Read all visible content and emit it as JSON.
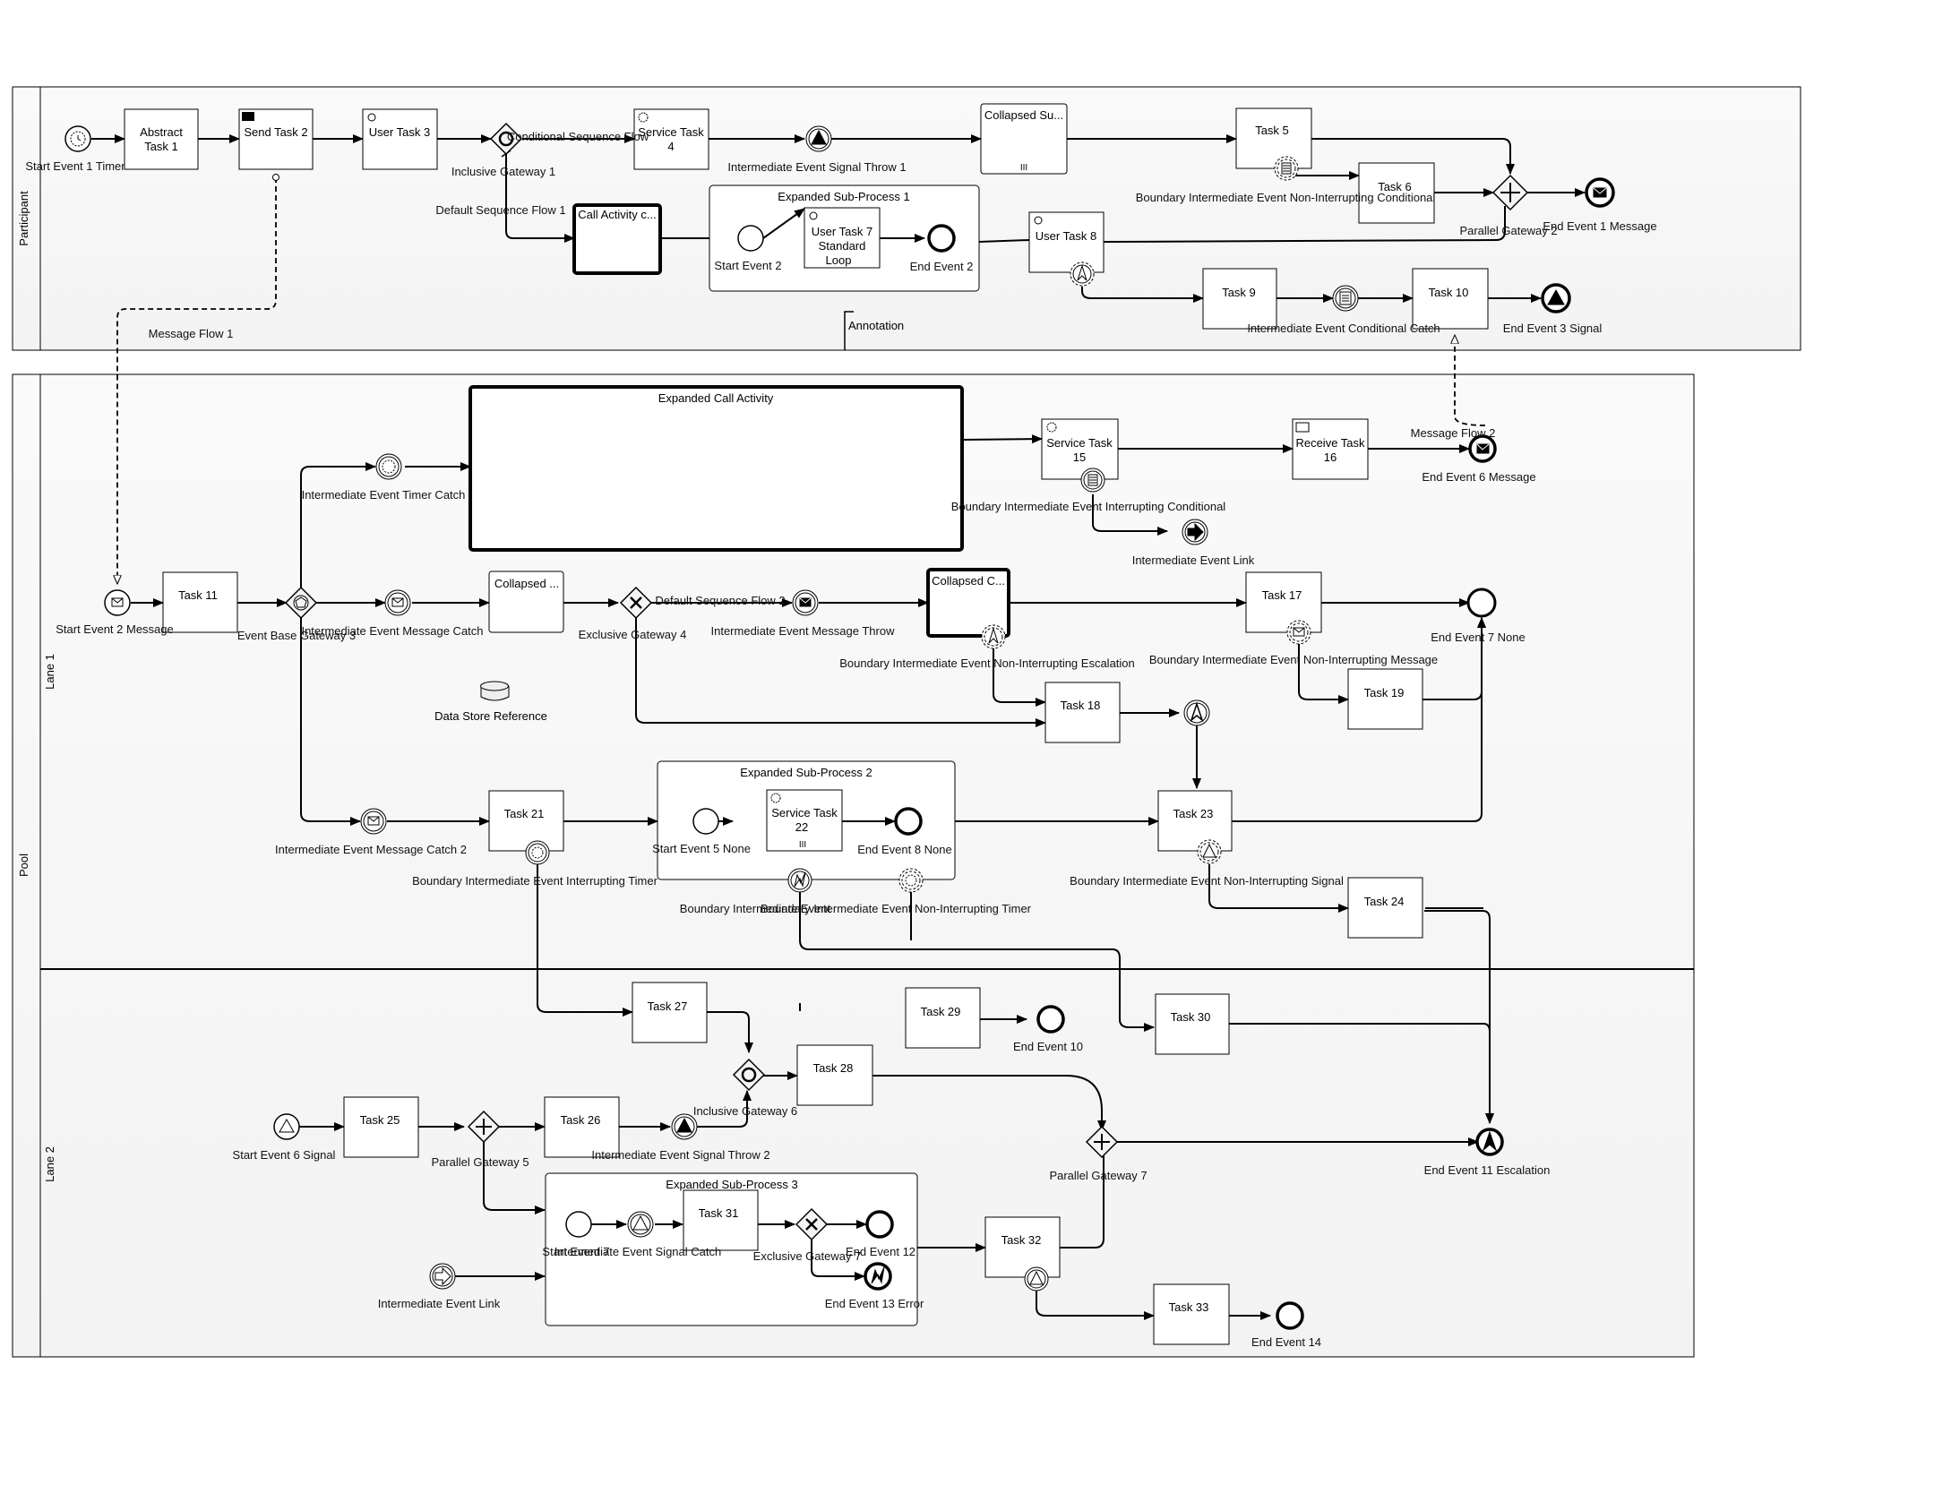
{
  "participant": {
    "name": "Participant"
  },
  "pool": {
    "name": "Pool",
    "lanes": [
      "Lane 1",
      "Lane 2"
    ]
  },
  "tasks": {
    "abstract_task_1": {
      "lines": [
        "Abstract",
        "Task 1"
      ]
    },
    "send_task_2": {
      "lines": [
        "Send Task 2"
      ]
    },
    "user_task_3": {
      "lines": [
        "User Task 3"
      ]
    },
    "service_task_4": {
      "lines": [
        "Service Task",
        "4"
      ]
    },
    "collapsed_sub_1": {
      "lines": [
        "Collapsed Su..."
      ]
    },
    "task_5": {
      "lines": [
        "Task 5"
      ]
    },
    "task_6": {
      "lines": [
        "Task 6"
      ]
    },
    "call_activity_c": {
      "lines": [
        "Call Activity c..."
      ]
    },
    "user_task_7": {
      "lines": [
        "User Task 7",
        "Standard",
        "Loop"
      ]
    },
    "user_task_8": {
      "lines": [
        "User Task 8"
      ]
    },
    "task_9": {
      "lines": [
        "Task 9"
      ]
    },
    "task_10": {
      "lines": [
        "Task 10"
      ]
    },
    "service_task_15": {
      "lines": [
        "Service Task",
        "15"
      ]
    },
    "receive_task_16": {
      "lines": [
        "Receive Task",
        "16"
      ]
    },
    "task_11": {
      "lines": [
        "Task 11"
      ]
    },
    "collapsed_2": {
      "lines": [
        "Collapsed ..."
      ]
    },
    "collapsed_c": {
      "lines": [
        "Collapsed C..."
      ]
    },
    "task_17": {
      "lines": [
        "Task 17"
      ]
    },
    "task_18": {
      "lines": [
        "Task 18"
      ]
    },
    "task_19": {
      "lines": [
        "Task 19"
      ]
    },
    "task_21": {
      "lines": [
        "Task 21"
      ]
    },
    "service_task_22": {
      "lines": [
        "Service Task",
        "22"
      ]
    },
    "task_23": {
      "lines": [
        "Task 23"
      ]
    },
    "task_24": {
      "lines": [
        "Task 24"
      ]
    },
    "task_27": {
      "lines": [
        "Task 27"
      ]
    },
    "task_29": {
      "lines": [
        "Task 29"
      ]
    },
    "task_30": {
      "lines": [
        "Task 30"
      ]
    },
    "task_28": {
      "lines": [
        "Task 28"
      ]
    },
    "task_25": {
      "lines": [
        "Task 25"
      ]
    },
    "task_26": {
      "lines": [
        "Task 26"
      ]
    },
    "task_31": {
      "lines": [
        "Task 31"
      ]
    },
    "task_32": {
      "lines": [
        "Task 32"
      ]
    },
    "task_33": {
      "lines": [
        "Task 33"
      ]
    }
  },
  "subprocesses": {
    "expanded_sub_1": "Expanded Sub-Process 1",
    "expanded_call_activity": "Expanded Call Activity",
    "expanded_sub_2": "Expanded Sub-Process 2",
    "expanded_sub_3": "Expanded Sub-Process 3"
  },
  "labels": {
    "start_event_1_timer": "Start Event 1 Timer",
    "inclusive_gateway_1": "Inclusive Gateway 1",
    "conditional_sequence_flow": "Conditional Sequence Flow",
    "default_sequence_flow_1": "Default Sequence Flow 1",
    "intermediate_event_signal_throw_1": "Intermediate Event Signal Throw 1",
    "boundary_nonint_conditional": "Boundary Intermediate Event Non-Interrupting Conditional",
    "parallel_gateway_2": "Parallel Gateway 2",
    "end_event_1_message": "End Event 1  Message",
    "start_event_2": "Start Event 2",
    "end_event_2": "End Event 2",
    "intermediate_event_conditional_catch": "Intermediate Event Conditional Catch",
    "end_event_3_signal": "End Event 3 Signal",
    "annotation": "Annotation",
    "message_flow_1": "Message Flow 1",
    "message_flow_2": "Message Flow 2",
    "end_event_6_message": "End Event 6  Message",
    "intermediate_event_timer_catch": "Intermediate Event Timer Catch",
    "boundary_int_conditional": "Boundary Intermediate Event Interrupting Conditional",
    "intermediate_event_link_1": "Intermediate Event Link",
    "start_event_2_message": "Start Event 2 Message",
    "event_base_gateway_3": "Event Base Gateway 3",
    "intermediate_event_message_catch": "Intermediate Event Message Catch",
    "exclusive_gateway_4": "Exclusive Gateway 4",
    "default_sequence_flow_2": "Default Sequence Flow 2",
    "intermediate_event_message_throw": "Intermediate Event Message Throw",
    "boundary_nonint_escalation": "Boundary Intermediate Event Non-Interrupting Escalation",
    "boundary_nonint_message": "Boundary Intermediate Event Non-Interrupting Message",
    "end_event_7_none": "End Event 7 None",
    "data_store_reference": "Data Store Reference",
    "intermediate_event_message_catch_2": "Intermediate Event Message Catch 2",
    "boundary_int_timer": "Boundary Intermediate Event Interrupting Timer",
    "start_event_5_none": "Start Event 5 None",
    "end_event_8_none": "End Event 8 None",
    "boundary_int_error_overlap": "Boundary Intermediate Event",
    "boundary_nonint_timer": "Boundary Intermediate Event Non-Interrupting Timer",
    "boundary_nonint_signal": "Boundary Intermediate Event Non-Interrupting Signal",
    "end_event_10": "End Event 10",
    "inclusive_gateway_6": "Inclusive Gateway  6",
    "start_event_6_signal": "Start Event 6 Signal",
    "parallel_gateway_5": "Parallel Gateway 5",
    "intermediate_event_signal_throw_2": "Intermediate Event Signal Throw 2",
    "parallel_gateway_7": "Parallel Gateway 7",
    "end_event_11_escalation": "End Event 11 Escalation",
    "start_event_7": "Start Event 7",
    "intermediate_event_signal_catch": "Intermediate Event Signal Catch",
    "exclusive_gateway_7": "Exclusive Gateway 7",
    "end_event_12": "End Event 12",
    "end_event_13_error": "End Event 13 Error",
    "intermediate_event_link_2": "Intermediate Event Link",
    "end_event_14": "End Event 14"
  },
  "colors": {
    "stroke": "#000000",
    "pool_fill": "#f7f7f7",
    "text": "#111111"
  }
}
